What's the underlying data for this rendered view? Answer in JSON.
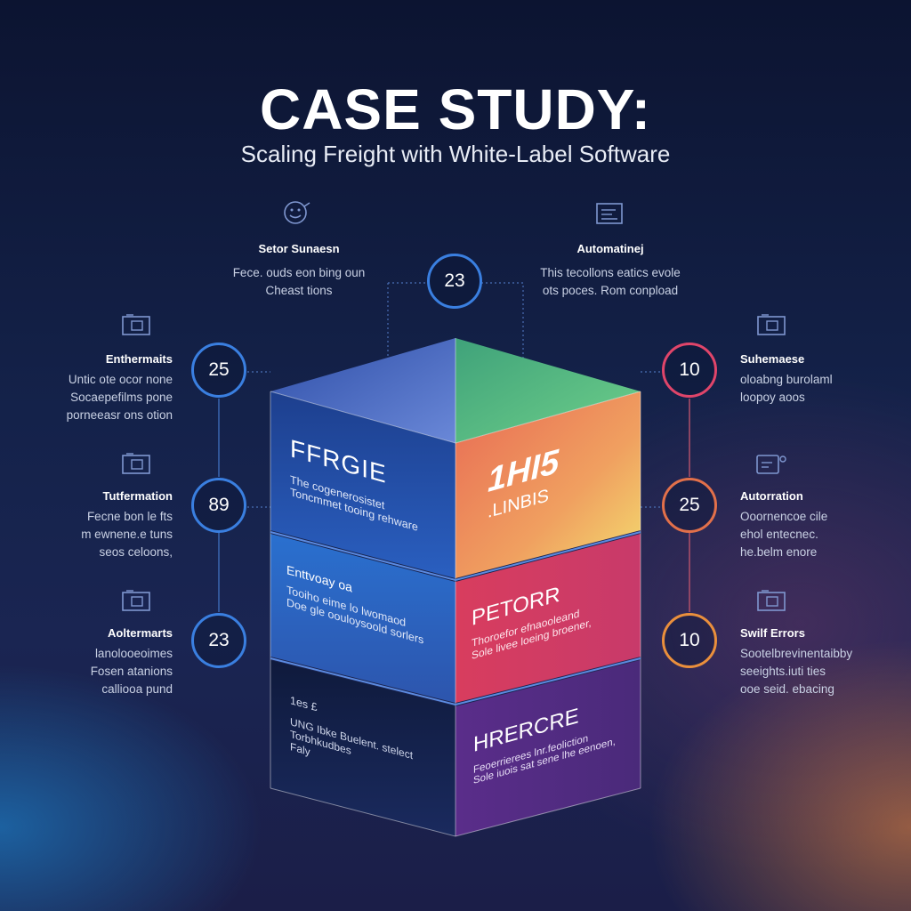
{
  "title": "CASE STUDY:",
  "subtitle": "Scaling Freight with White-Label Software",
  "top_left": {
    "title": "Setor Sunaesn",
    "lines": [
      "Fece. ouds eon bing oun",
      "Cheast tions"
    ],
    "icon": "smiley-icon"
  },
  "top_right": {
    "title": "Automatinej",
    "lines": [
      "This tecollons eatics evole",
      "ots poces. Rom conpload"
    ],
    "icon": "monitor-icon"
  },
  "top_center_value": "23",
  "left_items": [
    {
      "title": "Enthermaits",
      "lines": [
        "Untic ote ocor none",
        "Socaepefilms pone",
        "porneeasr ons otion"
      ],
      "value": "25",
      "icon": "device-icon"
    },
    {
      "title": "Tutfermation",
      "lines": [
        "Fecne  bon le fts",
        "m ewnene.e tuns",
        "seos celoons,"
      ],
      "value": "89",
      "icon": "device-icon"
    },
    {
      "title": "Aoltermarts",
      "lines": [
        "lanolooeoimes",
        "Fosen atanions",
        "calliooa pund"
      ],
      "value": "23",
      "icon": "device-icon"
    }
  ],
  "right_items": [
    {
      "title": "Suhemaese",
      "lines": [
        "oloabng burolaml",
        "loopoy aoos"
      ],
      "value": "10",
      "icon": "device-icon",
      "color": "#e0456a"
    },
    {
      "title": "Autorration",
      "lines": [
        "Ooornencoe cile",
        "ehol entecnec.",
        "he.belm enore"
      ],
      "value": "25",
      "icon": "card-icon",
      "color": "#e2704a"
    },
    {
      "title": "Swilf Errors",
      "lines": [
        "Sootelbrevinentaibby",
        "seeights.iuti ties",
        "ooe seid. ebacing"
      ],
      "value": "10",
      "icon": "device-icon",
      "color": "#ea8f3c"
    }
  ],
  "cube": {
    "left_top": {
      "heading": "FFRGIE",
      "lines": [
        "The cogenerosistet",
        "Toncmmet tooing rehware"
      ]
    },
    "right_top": {
      "big": "1HI5",
      "sub": ".LINBIS"
    },
    "left_mid": {
      "heading": "Enttvoay oa",
      "lines": [
        "Tooiho eime lo lwomaod",
        "Doe gle oouloysoold sorlers"
      ]
    },
    "right_mid": {
      "heading": "PETORR",
      "lines": [
        "Thoroefor efnaooleand",
        "Sole livee loeing broener,"
      ]
    },
    "left_bot": {
      "heading": "1es £",
      "lines": [
        "UNG  Ibke  Buelent. stelect",
        "Torbhkudbes",
        "Faly"
      ]
    },
    "right_bot": {
      "heading": "HRERCRE",
      "lines": [
        "Feoerrierees lnr.feoliction",
        "Sole iuois sat sene lhe eenoen,"
      ]
    }
  },
  "colors": {
    "blue_ring": "#3a7fe0",
    "pink_ring": "#e0456a",
    "orange_ring": "#ea8f3c"
  }
}
